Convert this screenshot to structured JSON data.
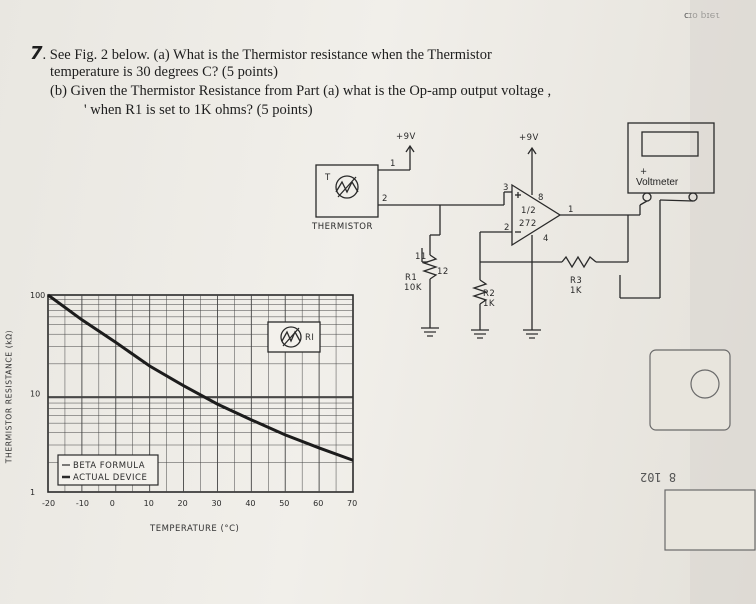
{
  "question": {
    "number": "7",
    "line1": ". See Fig. 2 below. (a)  What is the Thermistor resistance when the Thermistor",
    "line2": "temperature is 30 degrees C? (5 points)",
    "line3": "(b) Given the Thermistor Resistance from Part (a) what is the Op-amp output voltage ,",
    "line4": "' when R1 is set to 1K ohms? (5 points)"
  },
  "circuit": {
    "supply_left": "+9V",
    "supply_right": "+9V",
    "thermistor_pin1": "1",
    "thermistor_pin2": "2",
    "thermistor_label": "THERMISTOR",
    "thermistor_symbol": "T",
    "pin3": "3",
    "pin8": "8",
    "pin2": "2",
    "pin4": "4",
    "pin1": "1",
    "opamp_label": "1/2\n272",
    "pin11": "11",
    "pin12": "12",
    "r1_label": "R1\n10K",
    "r2_label": "R2\n1K",
    "r3_label": "R3\n1K",
    "voltmeter_label": "Voltmeter",
    "voltmeter_plus": "+"
  },
  "chart_data": {
    "type": "line",
    "xlabel": "TEMPERATURE (°C)",
    "ylabel": "THERMISTOR RESISTANCE (kΩ)",
    "x_ticks": [
      "-20",
      "-10",
      "0",
      "10",
      "20",
      "30",
      "40",
      "50",
      "60",
      "70"
    ],
    "y_ticks": [
      "100",
      "10",
      "1"
    ],
    "xlim": [
      -20,
      70
    ],
    "ylim": [
      1,
      100
    ],
    "yscale": "log",
    "legend": [
      "BETA FORMULA",
      "ACTUAL DEVICE"
    ],
    "legend_position": "bottom-left",
    "inset_label": "RI",
    "series": [
      {
        "name": "ACTUAL DEVICE",
        "x": [
          -20,
          -10,
          0,
          10,
          20,
          30,
          40,
          50,
          60,
          70
        ],
        "y": [
          100,
          56,
          33,
          19,
          12,
          7.8,
          5.4,
          3.8,
          2.8,
          2.1
        ]
      }
    ]
  },
  "margin_text": {
    "stamp": "ɿɘɪq oɪɔ",
    "sticker": "8 102"
  }
}
